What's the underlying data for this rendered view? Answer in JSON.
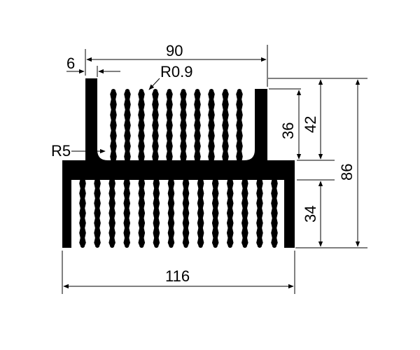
{
  "drawing": {
    "ink_color": "#000000",
    "background": "#ffffff",
    "dimensions": {
      "top_width": "90",
      "fin_width": "6",
      "fin_radius": "R0.9",
      "base_radius": "R5",
      "upper_fin_height": "36",
      "upper_side_height": "42",
      "total_height": "86",
      "lower_fin_height": "34",
      "base_width": "116"
    },
    "upper_fin_count": 10,
    "lower_fin_count": 14
  }
}
